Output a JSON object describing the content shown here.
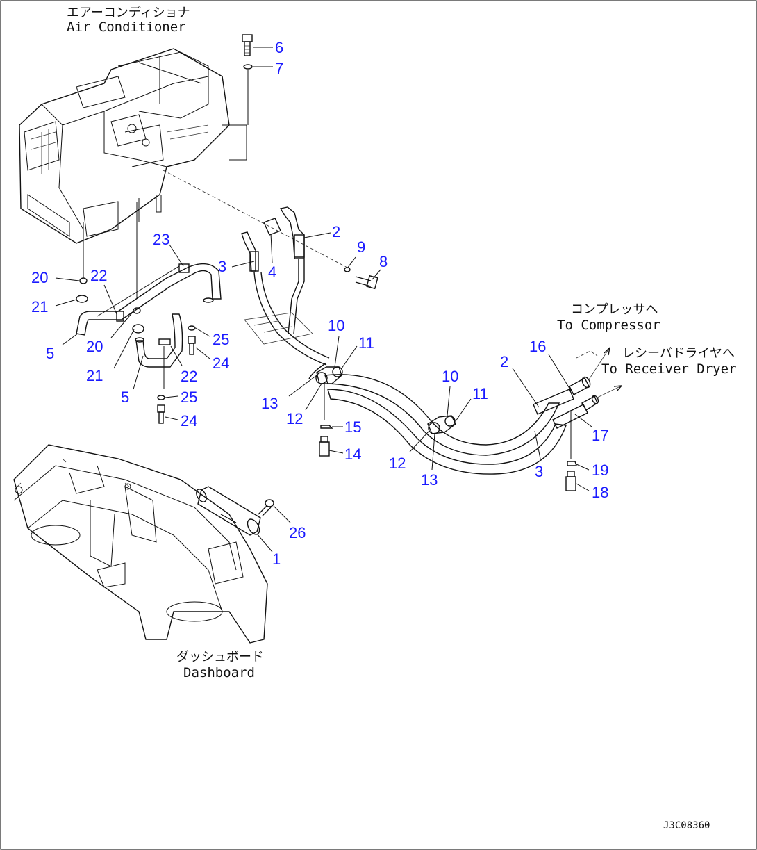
{
  "captions": {
    "air_conditioner_jp": "エアーコンディショナ",
    "air_conditioner_en": "Air Conditioner",
    "compressor_jp": "コンプレッサへ",
    "compressor_en": "To Compressor",
    "receiver_jp": "レシーバドライヤへ",
    "receiver_en": "To Receiver Dryer",
    "dashboard_jp": "ダッシュボード",
    "dashboard_en": "Dashboard",
    "drawing_code": "J3C08360"
  },
  "callouts": {
    "c6": "6",
    "c7": "7",
    "c2a": "2",
    "c9": "9",
    "c8": "8",
    "c3a": "3",
    "c4": "4",
    "c23": "23",
    "c20a": "20",
    "c22a": "22",
    "c21a": "21",
    "c5a": "5",
    "c20b": "20",
    "c21b": "21",
    "c5b": "5",
    "c22b": "22",
    "c25a": "25",
    "c24a": "24",
    "c25b": "25",
    "c24b": "24",
    "c10a": "10",
    "c11a": "11",
    "c13a": "13",
    "c12a": "12",
    "c15": "15",
    "c14": "14",
    "c10b": "10",
    "c11b": "11",
    "c12b": "12",
    "c13b": "13",
    "c2b": "2",
    "c16": "16",
    "c17": "17",
    "c3b": "3",
    "c19": "19",
    "c18": "18",
    "c26": "26",
    "c1": "1"
  }
}
